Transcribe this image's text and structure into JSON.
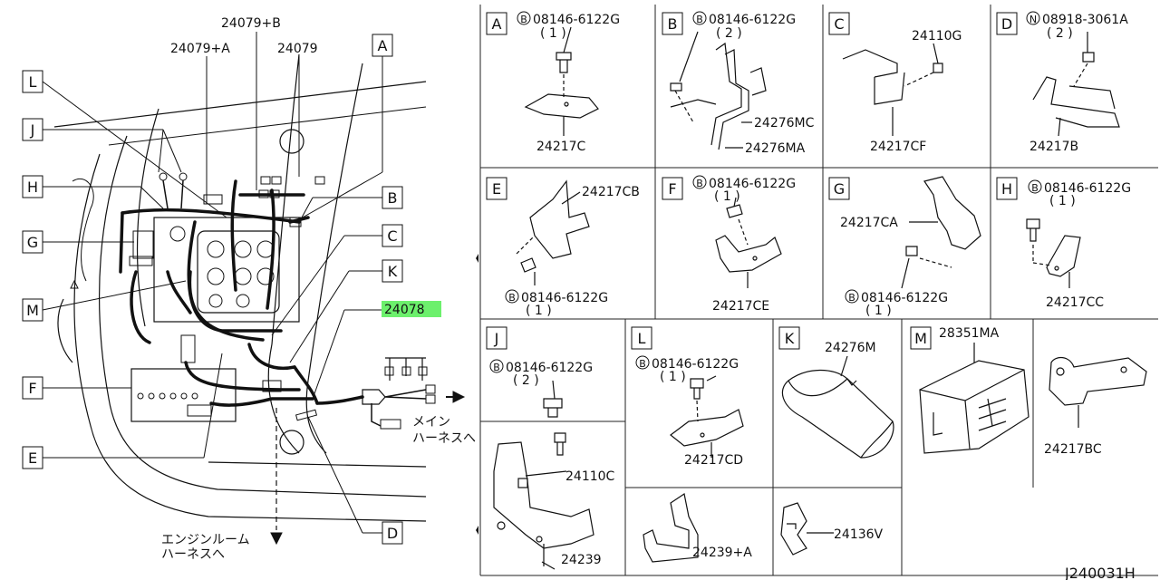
{
  "diagram_id": "J240031H",
  "main": {
    "callouts": {
      "c24079b": "24079+B",
      "c24079a": "24079+A",
      "c24079": "24079",
      "c24078": "24078"
    },
    "letters": [
      "A",
      "B",
      "C",
      "D",
      "E",
      "F",
      "G",
      "H",
      "J",
      "K",
      "L",
      "M"
    ],
    "jp1a": "メイン",
    "jp1b": "ハーネスへ",
    "jp2a": "エンジンルーム",
    "jp2b": "ハーネスへ"
  },
  "panels": {
    "A": {
      "bolt": "08146-6122G",
      "qty": "( 1 )",
      "part": "24217C"
    },
    "B": {
      "bolt": "08146-6122G",
      "qty": "( 2 )",
      "part1": "24276MC",
      "part2": "24276MA"
    },
    "C": {
      "part1": "24110G",
      "part2": "24217CF"
    },
    "D": {
      "bolt": "08918-3061A",
      "qty": "( 2 )",
      "part": "24217B",
      "sym": "N"
    },
    "E": {
      "part": "24217CB",
      "bolt": "08146-6122G",
      "qty": "( 1 )"
    },
    "F": {
      "bolt": "08146-6122G",
      "qty": "( 1 )",
      "part": "24217CE"
    },
    "G": {
      "part": "24217CA",
      "bolt": "08146-6122G",
      "qty": "( 1 )"
    },
    "H": {
      "bolt": "08146-6122G",
      "qty": "( 1 )",
      "part": "24217CC"
    },
    "J": {
      "bolt": "08146-6122G",
      "qty": "( 2 )",
      "part1": "24110C",
      "part2": "24239"
    },
    "K": {
      "bolt": "08146-6122G",
      "qty": "( 1 )",
      "part1": "24217CD",
      "part2": "24239+A"
    },
    "L": {
      "part1": "24276M",
      "part2": "24136V"
    },
    "M": {
      "part": "28351MA"
    },
    "N": {
      "part": "24217BC"
    }
  },
  "symbol_b": "B"
}
